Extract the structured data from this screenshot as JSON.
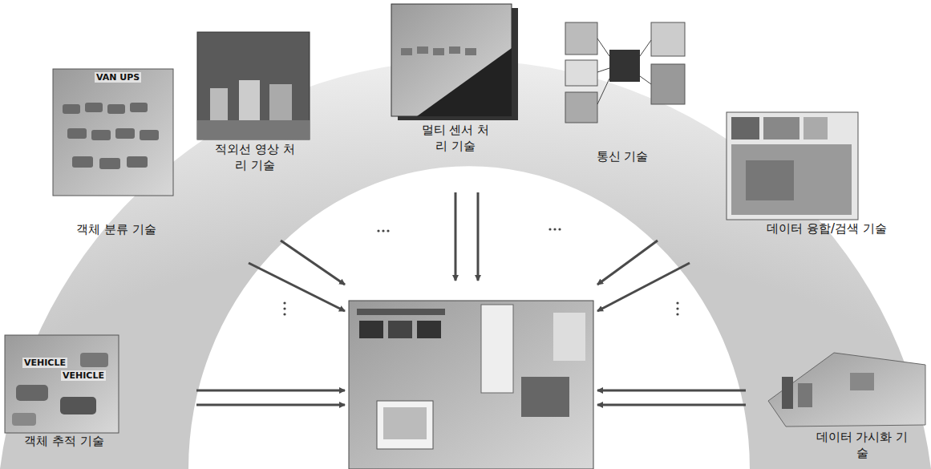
{
  "diagram": {
    "nodes": [
      {
        "text": [
          "객체 추적 기술"
        ]
      },
      {
        "text": [
          "객체 분류 기술"
        ]
      },
      {
        "text": [
          "적외선 영상 처리 기술"
        ]
      },
      {
        "text": [
          "멀티 센서 처리 기술"
        ]
      },
      {
        "text": [
          "통신 기술"
        ]
      },
      {
        "text": [
          "데이터 융합/검색 기술"
        ]
      },
      {
        "text": [
          "데이터 가시화 기술"
        ]
      }
    ],
    "labels": [
      "VAN UPS",
      "VEHICLE",
      "VEHICLE"
    ]
  }
}
